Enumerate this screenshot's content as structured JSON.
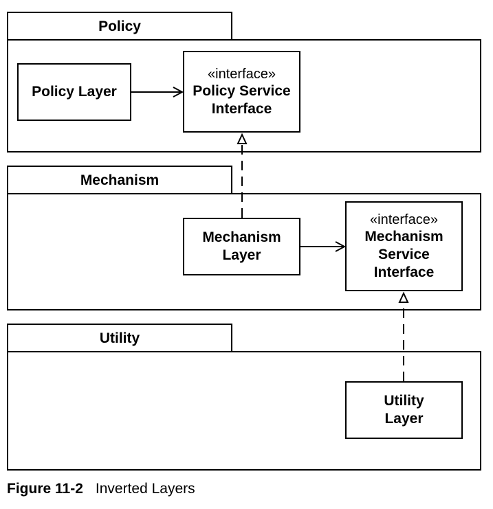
{
  "packages": {
    "policy": {
      "tab_label": "Policy",
      "layer": {
        "line1": "Policy Layer"
      },
      "interface": {
        "stereotype": "«interface»",
        "line1": "Policy Service",
        "line2": "Interface"
      }
    },
    "mechanism": {
      "tab_label": "Mechanism",
      "layer": {
        "line1": "Mechanism",
        "line2": "Layer"
      },
      "interface": {
        "stereotype": "«interface»",
        "line1": "Mechanism",
        "line2": "Service",
        "line3": "Interface"
      }
    },
    "utility": {
      "tab_label": "Utility",
      "layer": {
        "line1": "Utility",
        "line2": "Layer"
      }
    }
  },
  "caption": {
    "number": "Figure 11-2",
    "title": "Inverted Layers"
  }
}
